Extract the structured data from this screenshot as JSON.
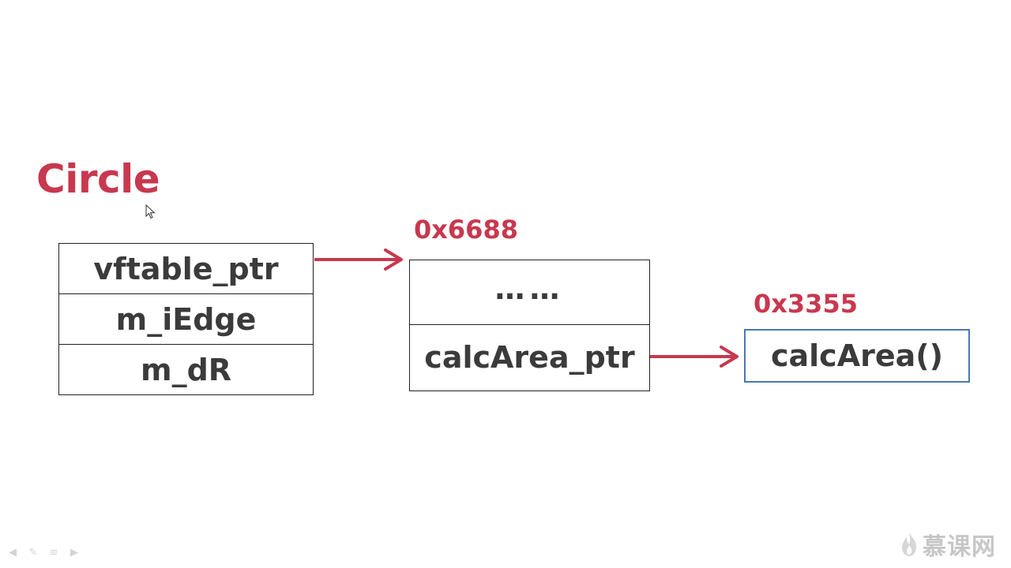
{
  "title": "Circle",
  "object_layout": {
    "fields": [
      "vftable_ptr",
      "m_iEdge",
      "m_dR"
    ]
  },
  "vtable": {
    "address": "0x6688",
    "entries": [
      "……",
      "calcArea_ptr"
    ]
  },
  "function": {
    "address": "0x3355",
    "label": "calcArea()"
  },
  "watermark": "慕课网",
  "colors": {
    "accent_red": "#c8384f",
    "function_box_border": "#4a78b8",
    "text_dark": "#3b3b3b"
  },
  "icons": {
    "cursor": "mouse-pointer-icon",
    "toolbar": [
      "previous-slide-icon",
      "pen-icon",
      "menu-icon",
      "next-slide-icon"
    ],
    "logo": "flame-logo-icon"
  }
}
